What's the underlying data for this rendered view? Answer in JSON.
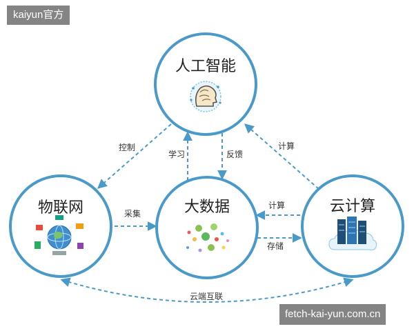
{
  "watermark_top_left": "kaiyun官方",
  "watermark_bottom_right": "fetch-kai-yun.com.cn",
  "colors": {
    "ring": "#4a9ac9",
    "arrow": "#4a9ac9",
    "text": "#222222"
  },
  "nodes": {
    "ai": {
      "title": "人工智能",
      "icon": "brain-head-icon"
    },
    "iot": {
      "title": "物联网",
      "icon": "globe-devices-icon"
    },
    "bigdata": {
      "title": "大数据",
      "icon": "data-dots-icon"
    },
    "cloud": {
      "title": "云计算",
      "icon": "server-cloud-icon"
    }
  },
  "edges": {
    "ai_to_iot": "控制",
    "bigdata_to_ai": "学习",
    "ai_to_bigdata": "反馈",
    "cloud_to_ai": "计算",
    "iot_to_bigdata": "采集",
    "cloud_to_bigdata": "计算",
    "bigdata_to_cloud": "存储",
    "iot_cloud": "云端互联"
  }
}
